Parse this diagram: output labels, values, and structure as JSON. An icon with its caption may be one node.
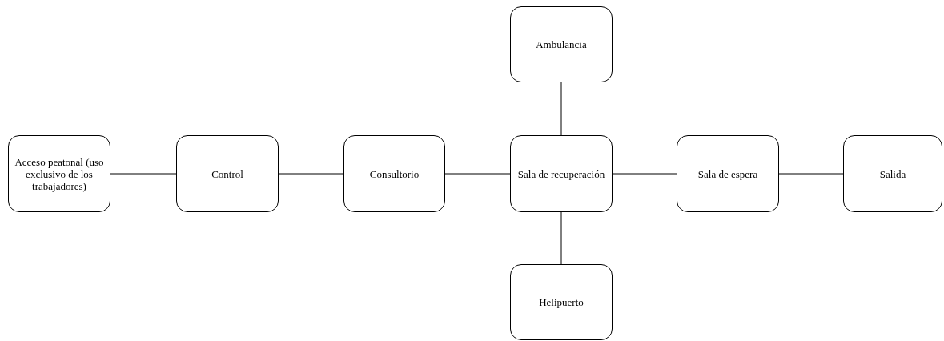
{
  "diagram": {
    "nodes": [
      {
        "text": [
          "Ambulancia"
        ]
      },
      {
        "text": [
          "Acceso peatonal (uso exclusivo de los trabajadores)"
        ]
      },
      {
        "text": [
          "Control"
        ]
      },
      {
        "text": [
          "Consultorio"
        ]
      },
      {
        "text": [
          "Sala de recuperación"
        ]
      },
      {
        "text": [
          "Sala de espera"
        ]
      },
      {
        "text": [
          "Salida"
        ]
      },
      {
        "text": [
          "Helipuerto"
        ]
      }
    ],
    "edges": [
      {
        "from": 1,
        "to": 2,
        "arrow": "none"
      },
      {
        "from": 2,
        "to": 3,
        "arrow": "none"
      },
      {
        "from": 3,
        "to": 4,
        "arrow": "none"
      },
      {
        "from": 0,
        "to": 4,
        "arrow": "none"
      },
      {
        "from": 4,
        "to": 5,
        "arrow": "none"
      },
      {
        "from": 4,
        "to": 7,
        "arrow": "none"
      },
      {
        "from": 5,
        "to": 6,
        "arrow": "none"
      }
    ]
  }
}
